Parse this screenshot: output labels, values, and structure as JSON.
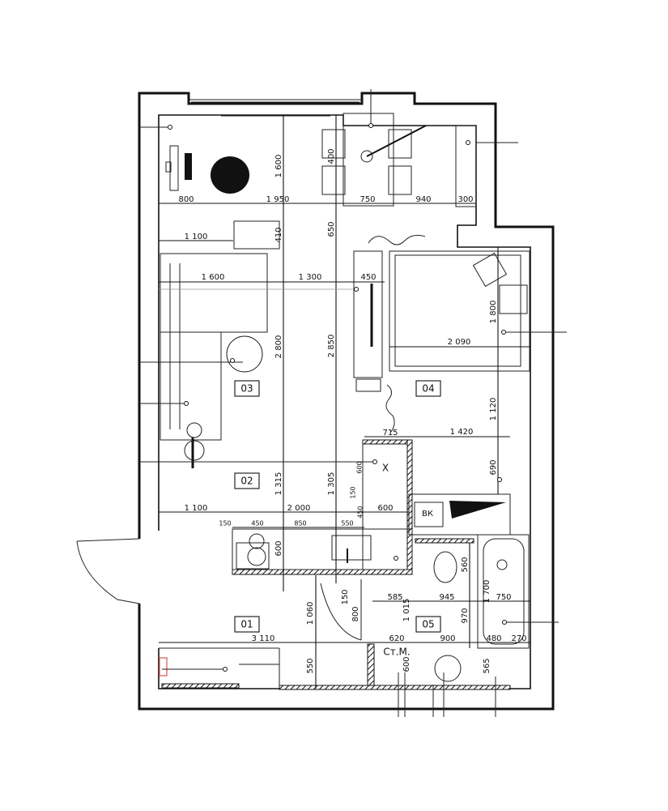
{
  "plan": {
    "rooms": [
      "01",
      "02",
      "03",
      "04",
      "05"
    ],
    "labels": {
      "bk": "ВК",
      "stm": "Ст.М.",
      "x": "X"
    },
    "colors": {
      "lines": "#111111",
      "marker": "#d9534f"
    },
    "dimensions": {
      "top": [
        "800",
        "1 950",
        "750",
        "940",
        "300",
        "1 600",
        "400",
        "1 100",
        "410",
        "650"
      ],
      "middle": [
        "1 600",
        "1 300",
        "450",
        "2 800",
        "2 850",
        "1 800",
        "2 090",
        "1 120",
        "715",
        "1 420",
        "690",
        "600"
      ],
      "lower": [
        "1 315",
        "1 305",
        "150",
        "1 100",
        "2 000",
        "450",
        "600",
        "150",
        "450",
        "850",
        "550",
        "600",
        "560",
        "1 700",
        "150",
        "585",
        "945",
        "750",
        "1 060",
        "800",
        "1 015",
        "970",
        "3 110",
        "620",
        "900",
        "480",
        "270",
        "550",
        "600",
        "565"
      ]
    }
  }
}
